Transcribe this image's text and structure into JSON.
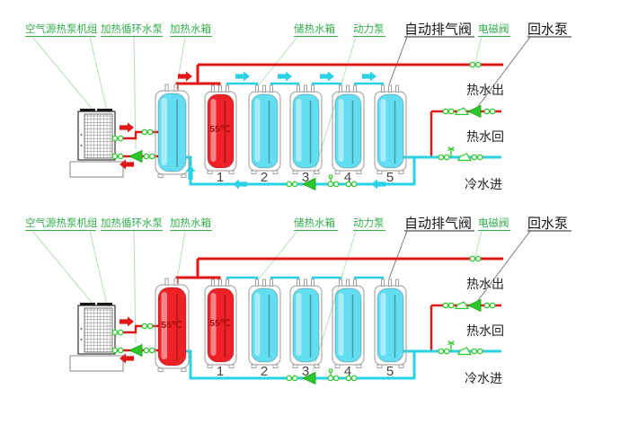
{
  "colors": {
    "label_green": "#2fae4a",
    "label_black": "#141414",
    "hot_pipe_red": "#e01717",
    "cold_pipe_cyan": "#2bd2e4",
    "device_symbol_green": "#2dc72d",
    "tank_hot_red": "#ee2126",
    "tank_cold_blue": "#63ddf2",
    "temp_text_red": "#a90f0f"
  },
  "diagrams": [
    {
      "callouts": {
        "heat_pump": "空气源热泵机组",
        "circulation_pump": "加热循环水泵",
        "heating_tank": "加热水箱",
        "storage_tank": "储热水箱",
        "power_pump": "动力泵",
        "air_vent_valve": "自动排气阀",
        "solenoid_valve": "电磁阀",
        "return_pump": "回水泵"
      },
      "buffer_tank": {
        "color": "#63ddf2",
        "temp": ""
      },
      "tanks": [
        {
          "number": "1",
          "color": "#ee2126",
          "temp": "55℃"
        },
        {
          "number": "2",
          "color": "#63ddf2",
          "temp": ""
        },
        {
          "number": "3",
          "color": "#63ddf2",
          "temp": ""
        },
        {
          "number": "4",
          "color": "#63ddf2",
          "temp": ""
        },
        {
          "number": "5",
          "color": "#63ddf2",
          "temp": ""
        }
      ],
      "flow_labels": {
        "hot_out": "热水出",
        "hot_return": "热水回",
        "cold_in": "冷水进"
      }
    },
    {
      "callouts": {
        "heat_pump": "空气源热泵机组",
        "circulation_pump": "加热循环水泵",
        "heating_tank": "加热水箱",
        "storage_tank": "储热水箱",
        "power_pump": "动力泵",
        "air_vent_valve": "自动排气阀",
        "solenoid_valve": "电磁阀",
        "return_pump": "回水泵"
      },
      "buffer_tank": {
        "color": "#ee2126",
        "temp": "55℃"
      },
      "tanks": [
        {
          "number": "1",
          "color": "#ee2126",
          "temp": "55℃"
        },
        {
          "number": "2",
          "color": "#63ddf2",
          "temp": ""
        },
        {
          "number": "3",
          "color": "#63ddf2",
          "temp": ""
        },
        {
          "number": "4",
          "color": "#63ddf2",
          "temp": ""
        },
        {
          "number": "5",
          "color": "#63ddf2",
          "temp": ""
        }
      ],
      "flow_labels": {
        "hot_out": "热水出",
        "hot_return": "热水回",
        "cold_in": "冷水进"
      }
    }
  ]
}
